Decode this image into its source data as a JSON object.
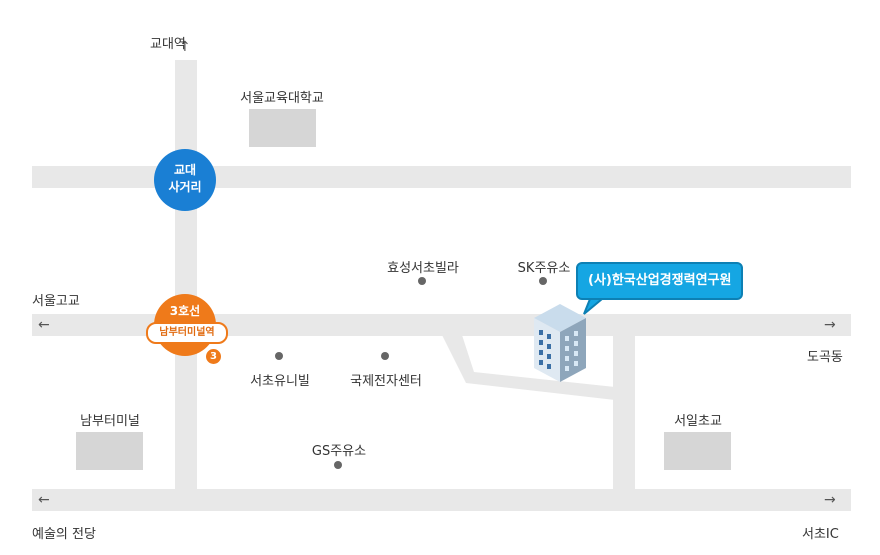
{
  "labels": {
    "top_vertical": "교대역",
    "university": "서울교육대학교",
    "hyosung": "효성서초빌라",
    "sk_gas": "SK주유소",
    "seoul_hs": "서울고교",
    "docok": "도곡동",
    "seocho_unibil": "서초유니빌",
    "electronics": "국제전자센터",
    "nambu_terminal": "남부터미널",
    "gs_gas": "GS주유소",
    "seoil_school": "서일초교",
    "arts_center": "예술의 전당",
    "seocho_ic": "서초IC"
  },
  "gyodae_intersection": {
    "line1": "교대",
    "line2": "사거리"
  },
  "line3_station": {
    "line": "3호선",
    "station": "남부터미널역",
    "exit": "3"
  },
  "destination": {
    "name": "(사)한국산업경쟁력연구원"
  },
  "arrows": {
    "up": "↑",
    "left": "←",
    "right": "→"
  },
  "colors": {
    "road": "#e8e8e8",
    "block": "#d6d6d6",
    "gyodae_blue": "#1a7fd4",
    "line3_orange": "#ef7a1a",
    "callout_blue": "#15a6e3"
  }
}
